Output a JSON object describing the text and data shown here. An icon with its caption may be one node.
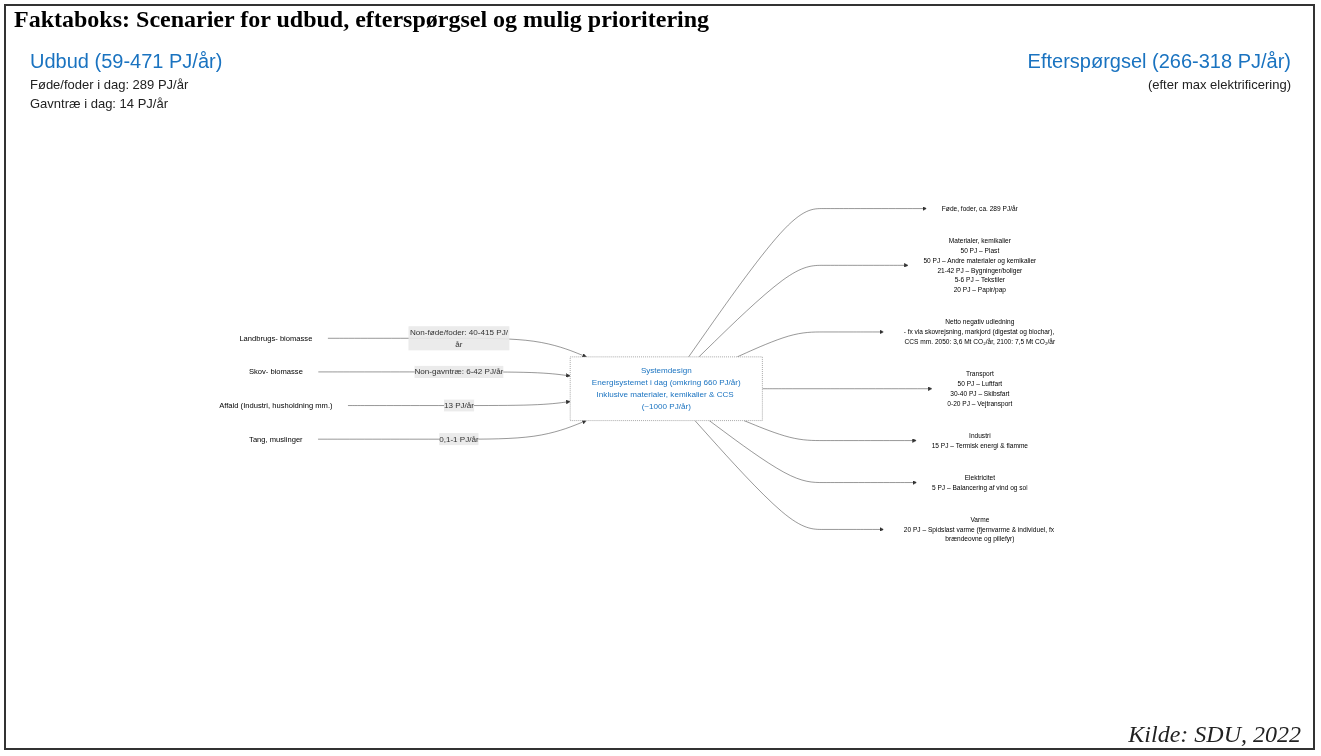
{
  "diagram": {
    "title": "Faktaboks: Scenarier for udbud, efterspørgsel og mulig prioritering",
    "caption": "Kilde: SDU, 2022",
    "nodes": [
      {
        "text": [
          "Landbrugs- biomasse"
        ]
      },
      {
        "text": [
          "Skov- biomasse"
        ]
      },
      {
        "text": [
          "Affald (Industri, husholdning mm.)"
        ]
      },
      {
        "text": [
          "Tang, muslinger"
        ]
      },
      {
        "text": [
          "Systemdesign",
          "Energisystemet i dag (omkring 660 PJ/år)",
          "Inklusive materialer, kemikalier & CCS (~1000 PJ/år)"
        ]
      },
      {
        "text": [
          "Føde, foder, ca. 289 PJ/år"
        ]
      },
      {
        "text": [
          "Materialer, kemikalier",
          "50 PJ – Plast",
          "50 PJ – Andre materialer og kemikalier",
          "21-42 PJ – Bygninger/boliger",
          "5-6 PJ – Tekstiler",
          "20 PJ – Papir/pap"
        ]
      },
      {
        "text": [
          "Netto negativ udledning",
          "- fx via skovrejsning, markjord (digestat og biochar), CCS mm. 2050: 3,6 Mt CO₂/år, 2100: 7,5 Mt CO₂/år"
        ]
      },
      {
        "text": [
          "Transport",
          "50 PJ – Luftfart",
          "30-40 PJ – Skibsfart",
          "0-20 PJ – Vejtransport"
        ]
      },
      {
        "text": [
          "Industri",
          "15 PJ – Termisk energi & flamme"
        ]
      },
      {
        "text": [
          "Elektricitet",
          "5 PJ – Balancering af vind og sol"
        ]
      },
      {
        "text": [
          "Varme",
          "20 PJ – Spidslast varme (fjernvarme & individuel, fx brændeovne og pillefyr)"
        ]
      }
    ],
    "edges": [
      {
        "from": 0,
        "to": 4,
        "arrow": "to",
        "label": "Non-føde/foder: 40-415 PJ/år"
      },
      {
        "from": 1,
        "to": 4,
        "arrow": "to",
        "label": "Non-gavntræ: 6-42 PJ/år"
      },
      {
        "from": 2,
        "to": 4,
        "arrow": "to",
        "label": "13 PJ/år"
      },
      {
        "from": 3,
        "to": 4,
        "arrow": "to",
        "label": "0,1-1 PJ/år"
      },
      {
        "from": 4,
        "to": 5,
        "arrow": "to"
      },
      {
        "from": 4,
        "to": 6,
        "arrow": "to"
      },
      {
        "from": 4,
        "to": 7,
        "arrow": "to"
      },
      {
        "from": 4,
        "to": 8,
        "arrow": "to"
      },
      {
        "from": 4,
        "to": 9,
        "arrow": "to"
      },
      {
        "from": 4,
        "to": 10,
        "arrow": "to"
      },
      {
        "from": 4,
        "to": 11,
        "arrow": "to"
      }
    ],
    "labels": [
      "Udbud (59-471 PJ/år)",
      "Efterspørgsel (266-318 PJ/år)",
      "(efter max elektrificering)",
      "Føde/foder i dag: 289 PJ/år",
      "Gavntræ i dag: 14 PJ/år"
    ]
  }
}
